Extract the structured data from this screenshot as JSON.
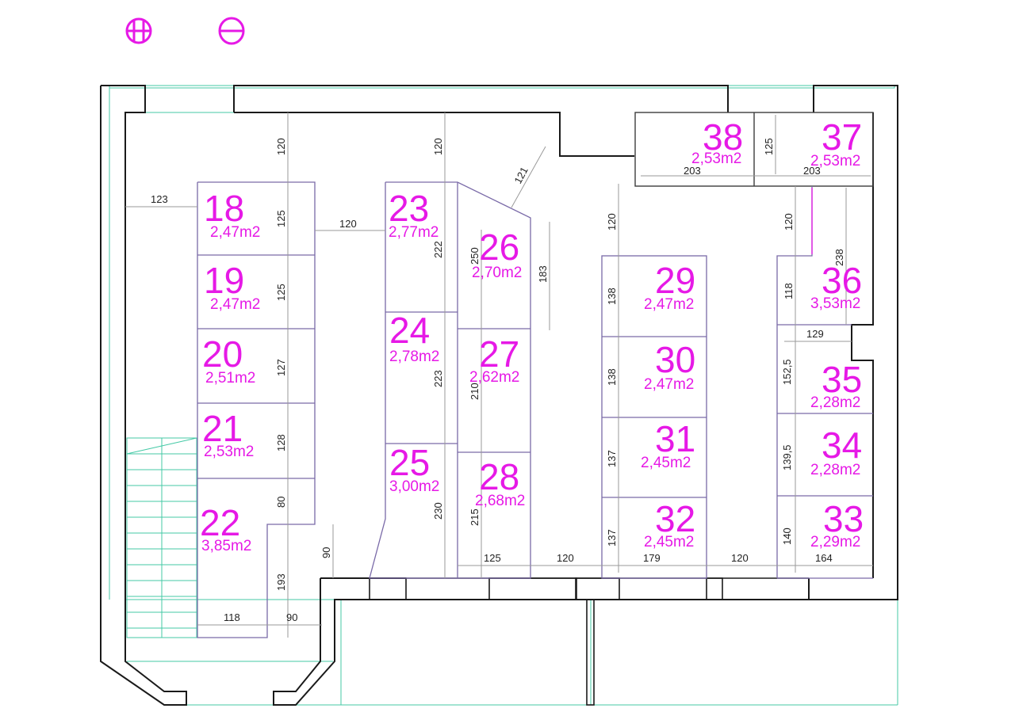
{
  "colors": {
    "unit_label": "#e619e6",
    "walls": "#1a1a1a",
    "partitions": "#7a6aa8",
    "guides": "#44c9a6",
    "dimensions": "#222222"
  },
  "symbols": [
    {
      "name": "crossed-circle-icon"
    },
    {
      "name": "theta-circle-icon"
    }
  ],
  "units": [
    {
      "number": "18",
      "area": "2,47m2"
    },
    {
      "number": "19",
      "area": "2,47m2"
    },
    {
      "number": "20",
      "area": "2,51m2"
    },
    {
      "number": "21",
      "area": "2,53m2"
    },
    {
      "number": "22",
      "area": "3,85m2"
    },
    {
      "number": "23",
      "area": "2,77m2"
    },
    {
      "number": "24",
      "area": "2,78m2"
    },
    {
      "number": "25",
      "area": "3,00m2"
    },
    {
      "number": "26",
      "area": "2,70m2"
    },
    {
      "number": "27",
      "area": "2,62m2"
    },
    {
      "number": "28",
      "area": "2,68m2"
    },
    {
      "number": "29",
      "area": "2,47m2"
    },
    {
      "number": "30",
      "area": "2,47m2"
    },
    {
      "number": "31",
      "area": "2,45m2"
    },
    {
      "number": "32",
      "area": "2,45m2"
    },
    {
      "number": "33",
      "area": "2,29m2"
    },
    {
      "number": "34",
      "area": "2,28m2"
    },
    {
      "number": "35",
      "area": "2,28m2"
    },
    {
      "number": "36",
      "area": "3,53m2"
    },
    {
      "number": "37",
      "area": "2,53m2"
    },
    {
      "number": "38",
      "area": "2,53m2"
    }
  ],
  "dimensions": [
    "120",
    "120",
    "121",
    "120",
    "120",
    "123",
    "125",
    "120",
    "222",
    "250",
    "183",
    "125",
    "238",
    "138",
    "118",
    "129",
    "127",
    "223",
    "210",
    "138",
    "152,5",
    "128",
    "137",
    "139,5",
    "80",
    "230",
    "215",
    "137",
    "140",
    "90",
    "125",
    "120",
    "179",
    "120",
    "164",
    "193",
    "118",
    "90",
    "125",
    "203",
    "203"
  ]
}
